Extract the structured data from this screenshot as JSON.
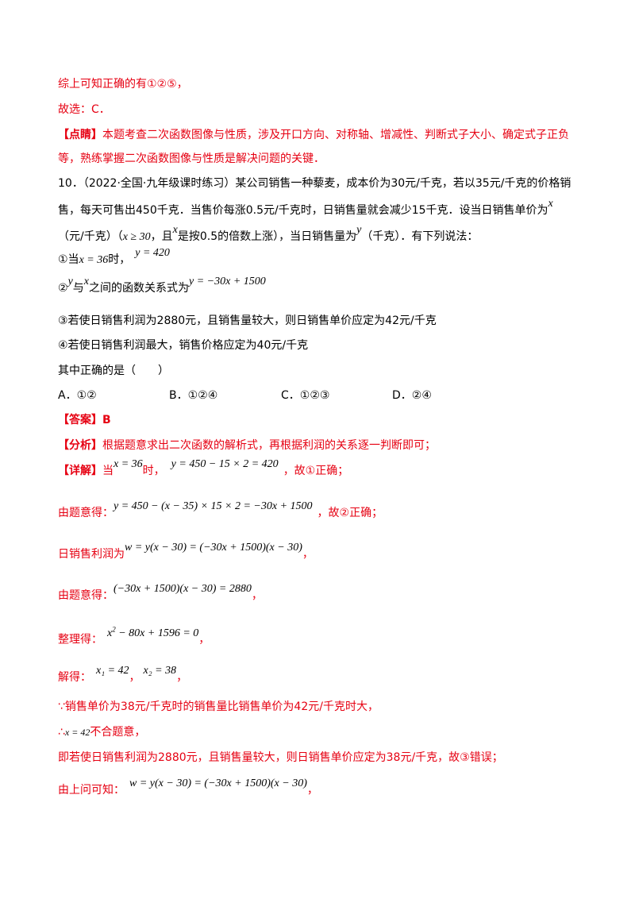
{
  "lines": {
    "l1": "综上可知正确的有①②⑤，",
    "l2": "故选：C．",
    "dian_tag": "【点睛】",
    "dian_text1": "本题考查二次函数图像与性质，涉及开口方向、对称轴、增减性、判断式子大小、确定式子正负",
    "dian_text2": "等，熟练掌握二次函数图像与性质是解决问题的关键．",
    "q_num": "10．",
    "q_source": "（2022·全国·九年级课时练习）",
    "q_text1": "某公司销售一种藜麦，成本价为30元/千克，若以35元/千克的价格销",
    "q_text2a": "售，每天可售出450千克．当售价每涨0.5元/千克时，日销售量就会减少15千克．设当日销售单价为",
    "q_x1": "x",
    "q_text3a": "（元/千克）（",
    "q_cond": "x ≥ 30",
    "q_text3b": "，且",
    "q_x2": "x",
    "q_text3c": "是按0.5的倍数上涨），当日销售量为",
    "q_y1": "y",
    "q_text3d": "（千克）．有下列说法：",
    "s1a": "①当",
    "s1m": "x = 36",
    "s1b": "时，",
    "s1r": "y = 420",
    "s2a": "②",
    "s2y": "y",
    "s2b": "与",
    "s2x": "x",
    "s2c": "之间的函数关系式为",
    "s2r": "y = −30x + 1500",
    "s3": "③若使日销售利润为2880元，且销售量较大，则日销售单价应定为42元/千克",
    "s4": "④若使日销售利润最大，销售价格应定为40元/千克",
    "ask": "其中正确的是（　　）",
    "optA": "A．①②",
    "optB": "B．①②④",
    "optC": "C．①②③",
    "optD": "D．②④",
    "ans": "【答案】B",
    "ana_tag": "【分析】",
    "ana_text": "根据题意求出二次函数的解析式，再根据利润的关系逐一判断即可；",
    "det_tag": "【详解】",
    "det_a": "当",
    "det_m1": "x = 36",
    "det_b": "时，",
    "det_m2": "y = 450 − 15 × 2 = 420",
    "det_c": "，故①正确；",
    "e1a": "由题意得：",
    "e1m": "y = 450 − (x − 35) × 15 × 2 = −30x + 1500",
    "e1b": "，故②正确；",
    "e2a": "日销售利润为",
    "e2m": "w = y(x − 30) = (−30x + 1500)(x − 30)",
    "e2b": "，",
    "e3a": "由题意得：",
    "e3m": "(−30x + 1500)(x − 30) = 2880",
    "e3b": "，",
    "e4a": "整理得：",
    "e4m_pre": "x",
    "e4m_sup": "2",
    "e4m_post": " − 80x + 1596 = 0",
    "e4b": "，",
    "e5a": "解得：",
    "e5m1": "x₁ = 42",
    "e5c": "，",
    "e5m2": "x₂ = 38",
    "e5d": "，",
    "e6": "∵销售单价为38元/千克时的销售量比销售单价为42元/千克时大，",
    "e7a": "∴",
    "e7m": "x = 42",
    "e7b": "不合题意，",
    "e8": "即若使日销售利润为2880元，且销售量较大，则日销售单价应定为38元/千克，故③错误；",
    "e9a": "由上问可知：",
    "e9m": "w = y(x − 30) = (−30x + 1500)(x − 30)",
    "e9b": "，"
  },
  "colors": {
    "accent_red": "#e60012",
    "text": "#000000"
  }
}
